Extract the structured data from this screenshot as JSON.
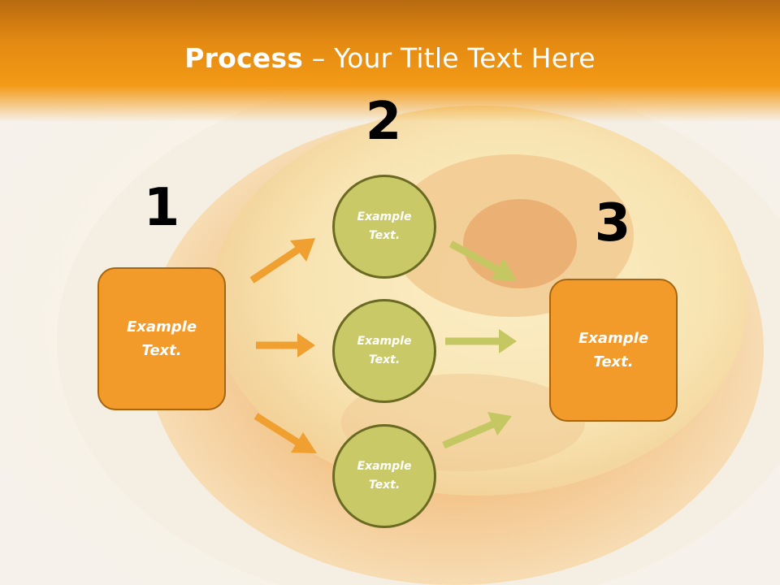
{
  "title": {
    "bold": "Process",
    "rest": " – Your Title Text Here"
  },
  "steps": [
    {
      "number": "1"
    },
    {
      "number": "2"
    },
    {
      "number": "3"
    }
  ],
  "left_box": {
    "text": "Example Text."
  },
  "circles": [
    {
      "text": "Example Text."
    },
    {
      "text": "Example Text."
    },
    {
      "text": "Example Text."
    }
  ],
  "right_box": {
    "text": "Example Text."
  },
  "colors": {
    "title_band": "#f39a16",
    "box_fill": "#f29b2a",
    "circle_fill": "#c9c968",
    "orange_arrow": "#f0a030",
    "green_arrow": "#c5c763"
  }
}
